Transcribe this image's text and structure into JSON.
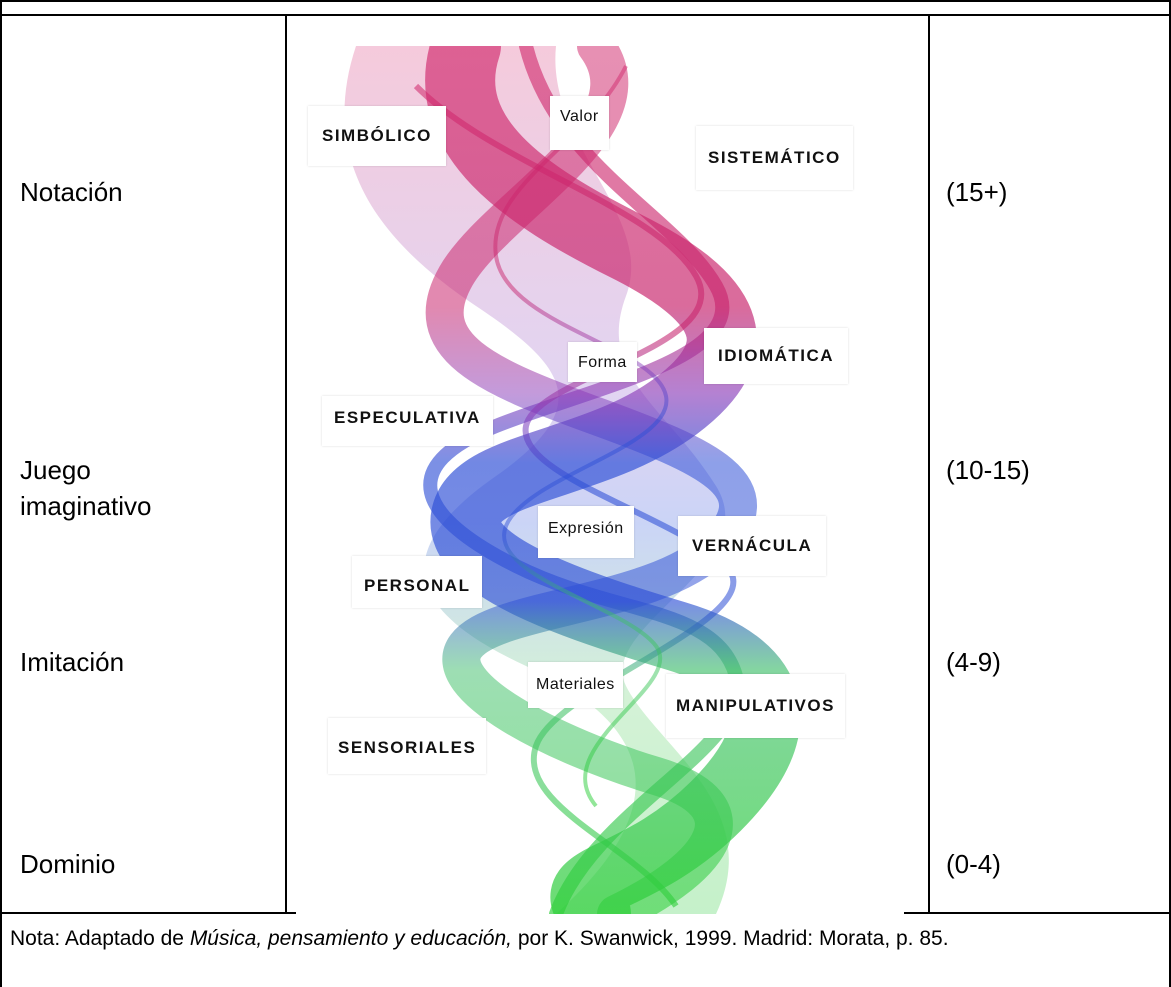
{
  "rows": {
    "notacion": {
      "label": "Notación",
      "age": "(15+)"
    },
    "juego": {
      "label_line1": "Juego",
      "label_line2": "imaginativo",
      "age": "(10-15)"
    },
    "imitacion": {
      "label": "Imitación",
      "age": "(4-9)"
    },
    "dominio": {
      "label": "Dominio",
      "age": "(0-4)"
    }
  },
  "figure": {
    "labels": {
      "simbolico": "SIMBÓLICO",
      "valor": "Valor",
      "sistematico": "SISTEMÁTICO",
      "forma": "Forma",
      "idiomatica": "IDIOMÁTICA",
      "especulativa": "ESPECULATIVA",
      "expresion": "Expresión",
      "vernacula": "VERNÁCULA",
      "personal": "PERSONAL",
      "materiales": "Materiales",
      "manipulativos": "MANIPULATIVOS",
      "sensoriales": "SENSORIALES"
    },
    "colors": {
      "top": "#d0256a",
      "middle": "#2e4fd6",
      "bottom": "#2fcf3a"
    }
  },
  "note": {
    "prefix": "Nota: Adaptado de ",
    "title": "Música, pensamiento y educación,",
    "suffix": " por K. Swanwick, 1999. Madrid: Morata, p. 85."
  }
}
